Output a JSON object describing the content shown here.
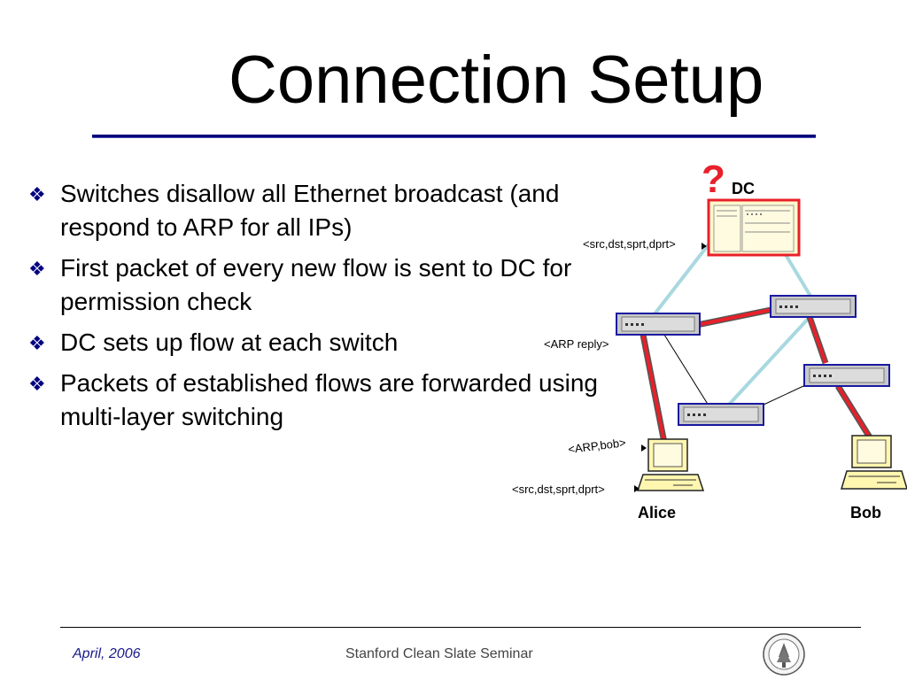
{
  "slide": {
    "title": "Connection Setup",
    "bullets": [
      "Switches disallow all Ethernet broadcast (and respond to ARP for all IPs)",
      "First packet of every new flow is sent to DC for permission check",
      "DC sets up flow at each switch",
      "Packets of established flows are forwarded using multi-layer switching"
    ],
    "bullet_icon": "four-diamond-bullet-icon"
  },
  "diagram": {
    "question_mark": "?",
    "dc_label": "DC",
    "label_src_top": "<src,dst,sprt,dprt>",
    "label_arp_reply": "<ARP reply>",
    "label_arp_bob": "<ARP,bob>",
    "label_src_bottom": "<src,dst,sprt,dprt>",
    "alice_label": "Alice",
    "bob_label": "Bob",
    "colors": {
      "highlight": "#e8202a",
      "switch_border": "#1a1aa0",
      "control_link": "#a8d8e0",
      "dc_border": "#e8202a"
    }
  },
  "footer": {
    "date": "April, 2006",
    "center": "Stanford Clean Slate Seminar",
    "seal_icon": "stanford-seal-icon"
  }
}
